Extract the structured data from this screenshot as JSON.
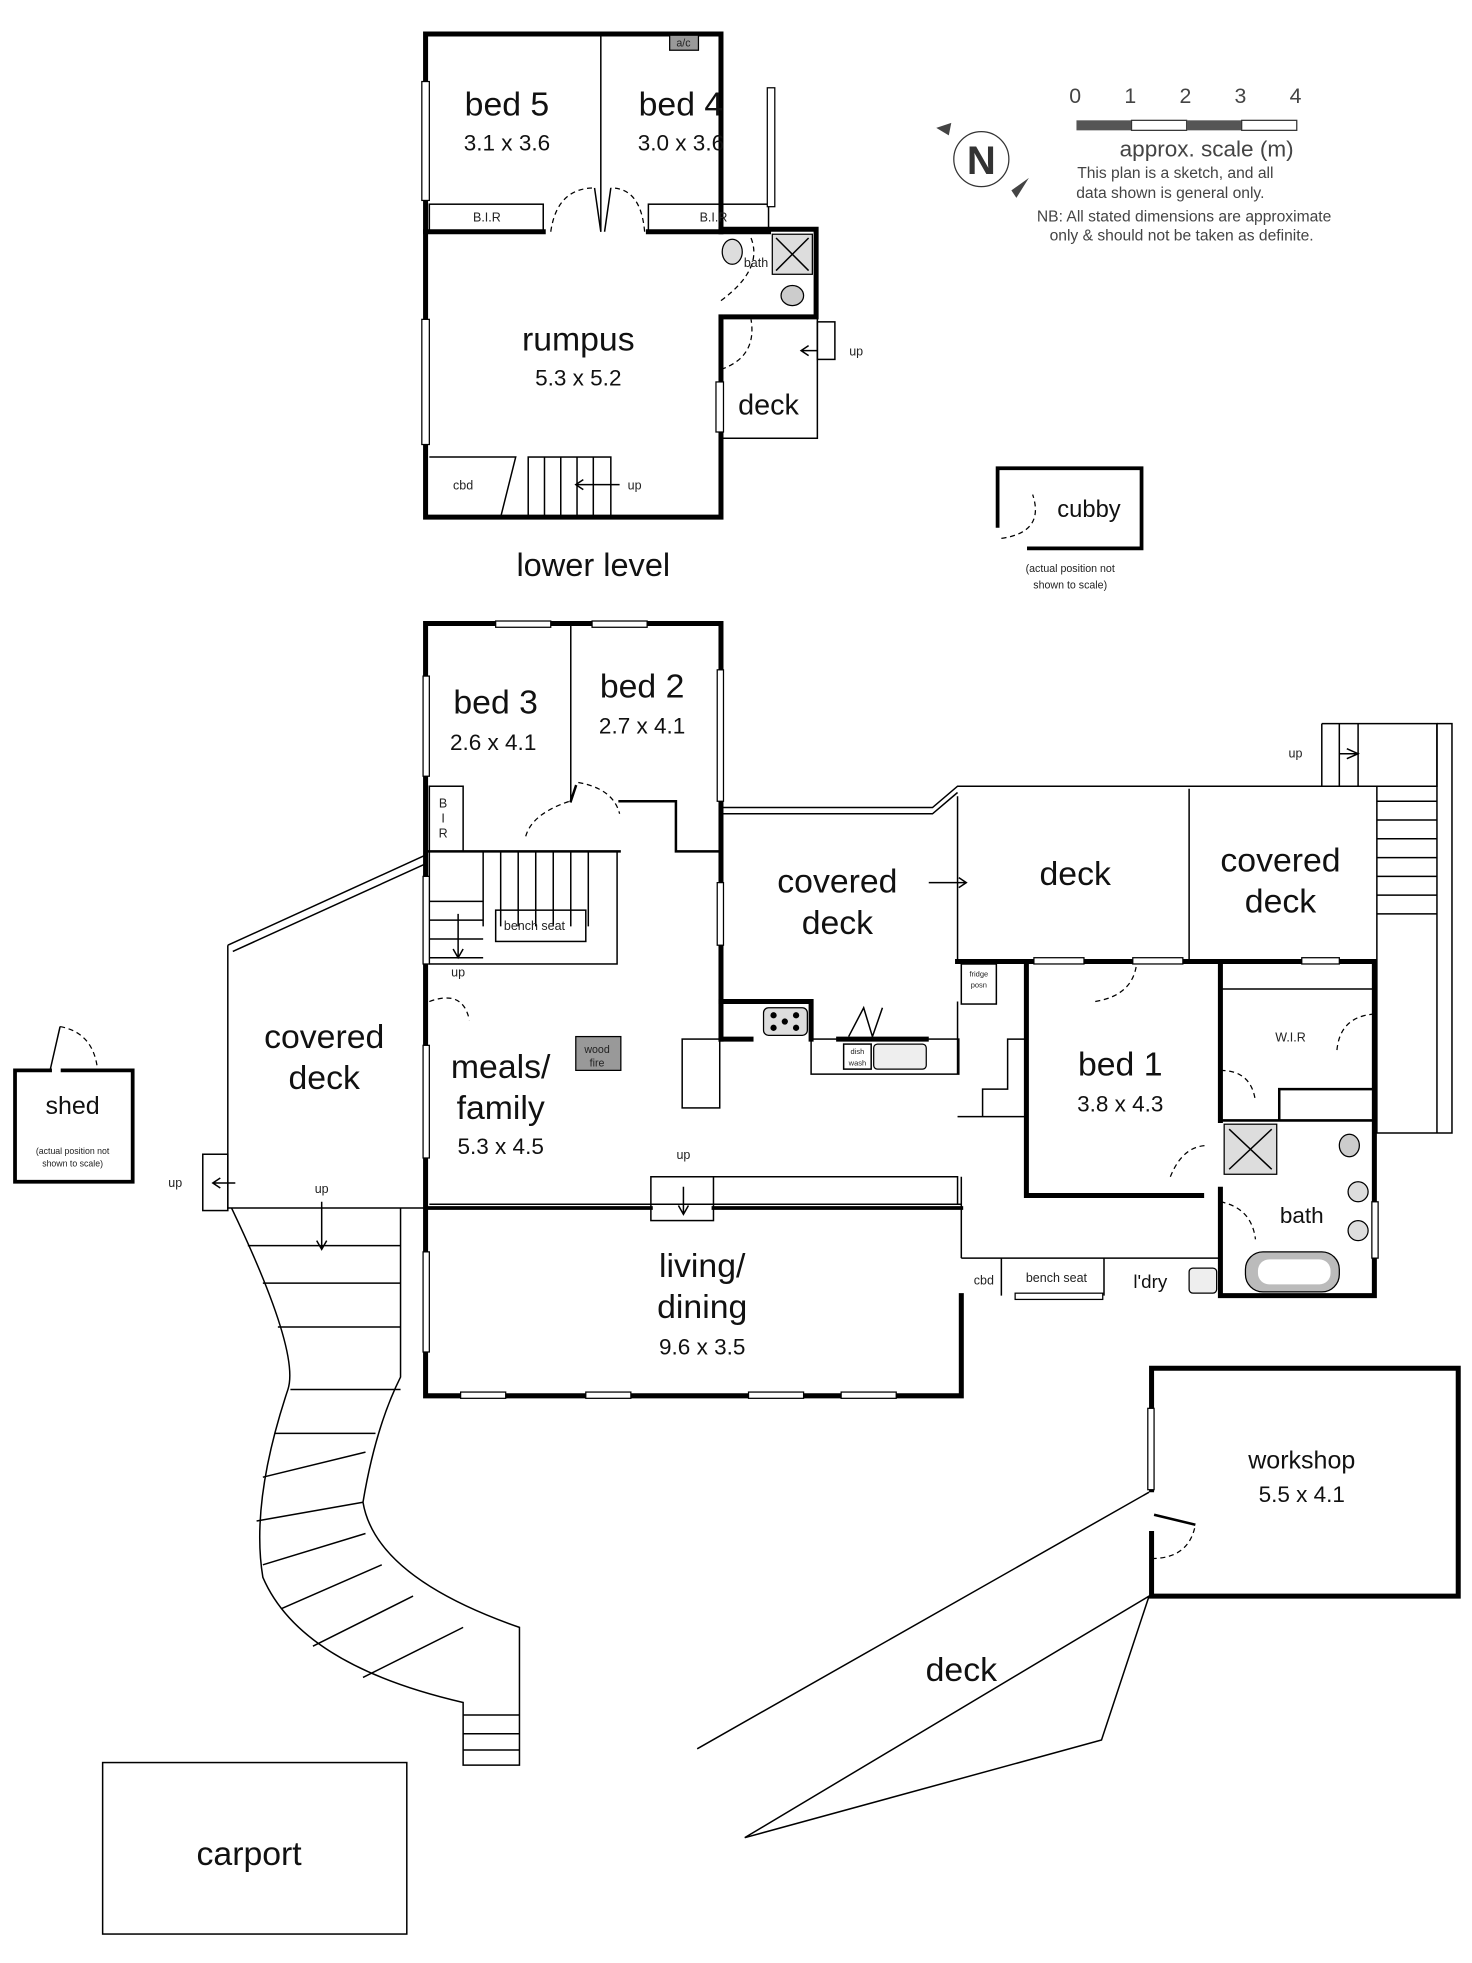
{
  "plan": {
    "lower_level_title": "lower level",
    "lower": {
      "bed5": {
        "name": "bed 5",
        "dims": "3.1 x 3.6"
      },
      "bed4": {
        "name": "bed 4",
        "dims": "3.0 x 3.6"
      },
      "rumpus": {
        "name": "rumpus",
        "dims": "5.3 x 5.2"
      },
      "deck": {
        "name": "deck"
      },
      "bir": "B.I.R",
      "ac": "a/c",
      "bath": "bath",
      "cbd": "cbd",
      "up": "up"
    },
    "cubby": {
      "name": "cubby",
      "note_lines": [
        "(actual position not",
        "shown to scale)"
      ]
    },
    "shed": {
      "name": "shed",
      "note_lines": [
        "(actual position not",
        "shown to scale)"
      ]
    },
    "upper": {
      "bed3": {
        "name": "bed 3",
        "dims": "2.6 x 4.1"
      },
      "bed2": {
        "name": "bed 2",
        "dims": "2.7 x 4.1"
      },
      "bir_letters": [
        "B",
        "I",
        "R"
      ],
      "bench_seat": "bench seat",
      "covered_deck_mid": {
        "lines": [
          "covered",
          "deck"
        ]
      },
      "deck_mid": {
        "name": "deck"
      },
      "covered_deck_right": {
        "lines": [
          "covered",
          "deck"
        ]
      },
      "covered_deck_left": {
        "lines": [
          "covered",
          "deck"
        ]
      },
      "meals": {
        "lines": [
          "meals/",
          "family"
        ],
        "dims": "5.3 x 4.5"
      },
      "wood_fire": [
        "wood",
        "fire"
      ],
      "living": {
        "lines": [
          "living/",
          "dining"
        ],
        "dims": "9.6 x 3.5"
      },
      "bed1": {
        "name": "bed 1",
        "dims": "3.8 x 4.3"
      },
      "wir": "W.I.R",
      "bath": "bath",
      "fridge": [
        "fridge",
        "posn"
      ],
      "dishwash": [
        "dish",
        "wash"
      ],
      "cbd": "cbd",
      "bench_seat2": "bench seat",
      "laundry": "l'dry",
      "up": "up"
    },
    "workshop": {
      "name": "workshop",
      "dims": "5.5 x 4.1"
    },
    "deck_big": {
      "name": "deck"
    },
    "carport": {
      "name": "carport"
    }
  },
  "legend": {
    "compass": "N",
    "scale_ticks": [
      "0",
      "1",
      "2",
      "3",
      "4"
    ],
    "scale_label": "approx. scale (m)",
    "disclaimer_lines": [
      "This plan is a sketch, and all",
      "data shown is general only."
    ],
    "nb_lines": [
      "NB: All stated dimensions are approximate",
      "only & should not be taken as definite."
    ]
  },
  "colors": {
    "wall": "#000000",
    "fixture": "#999999",
    "scale_dark": "#555555"
  }
}
